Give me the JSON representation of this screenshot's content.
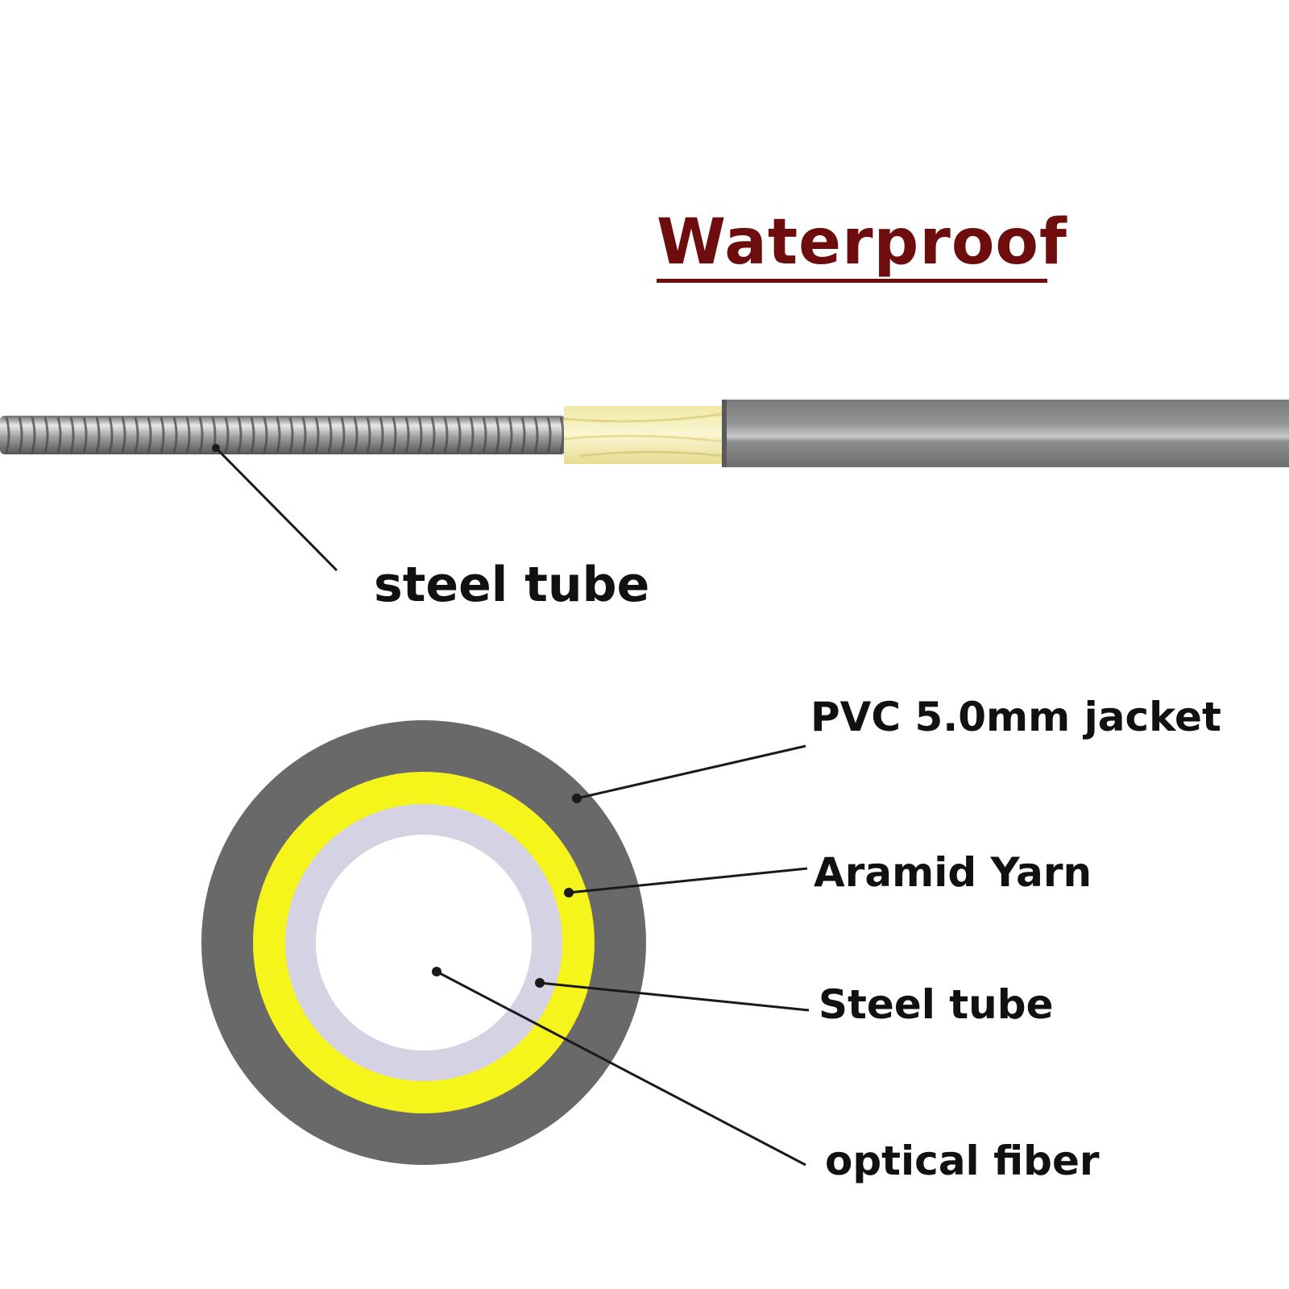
{
  "title": "Waterproof",
  "side_view": {
    "callout": "steel tube"
  },
  "cross_section": {
    "labels": {
      "jacket": "PVC 5.0mm jacket",
      "aramid": "Aramid Yarn",
      "steel_tube": "Steel tube",
      "fiber": "optical fiber"
    }
  },
  "colors": {
    "title": "#6e0d0d",
    "jacket_gray": "#696969",
    "cable_gray": "#8b8b8b",
    "aramid_yellow": "#f5f51c",
    "aramid_strands": "#f3f0bf",
    "steel_tube_light": "#d5d3e3",
    "steel_spring": "#a9a9a9",
    "leader_lines": "#1a1a1a"
  }
}
